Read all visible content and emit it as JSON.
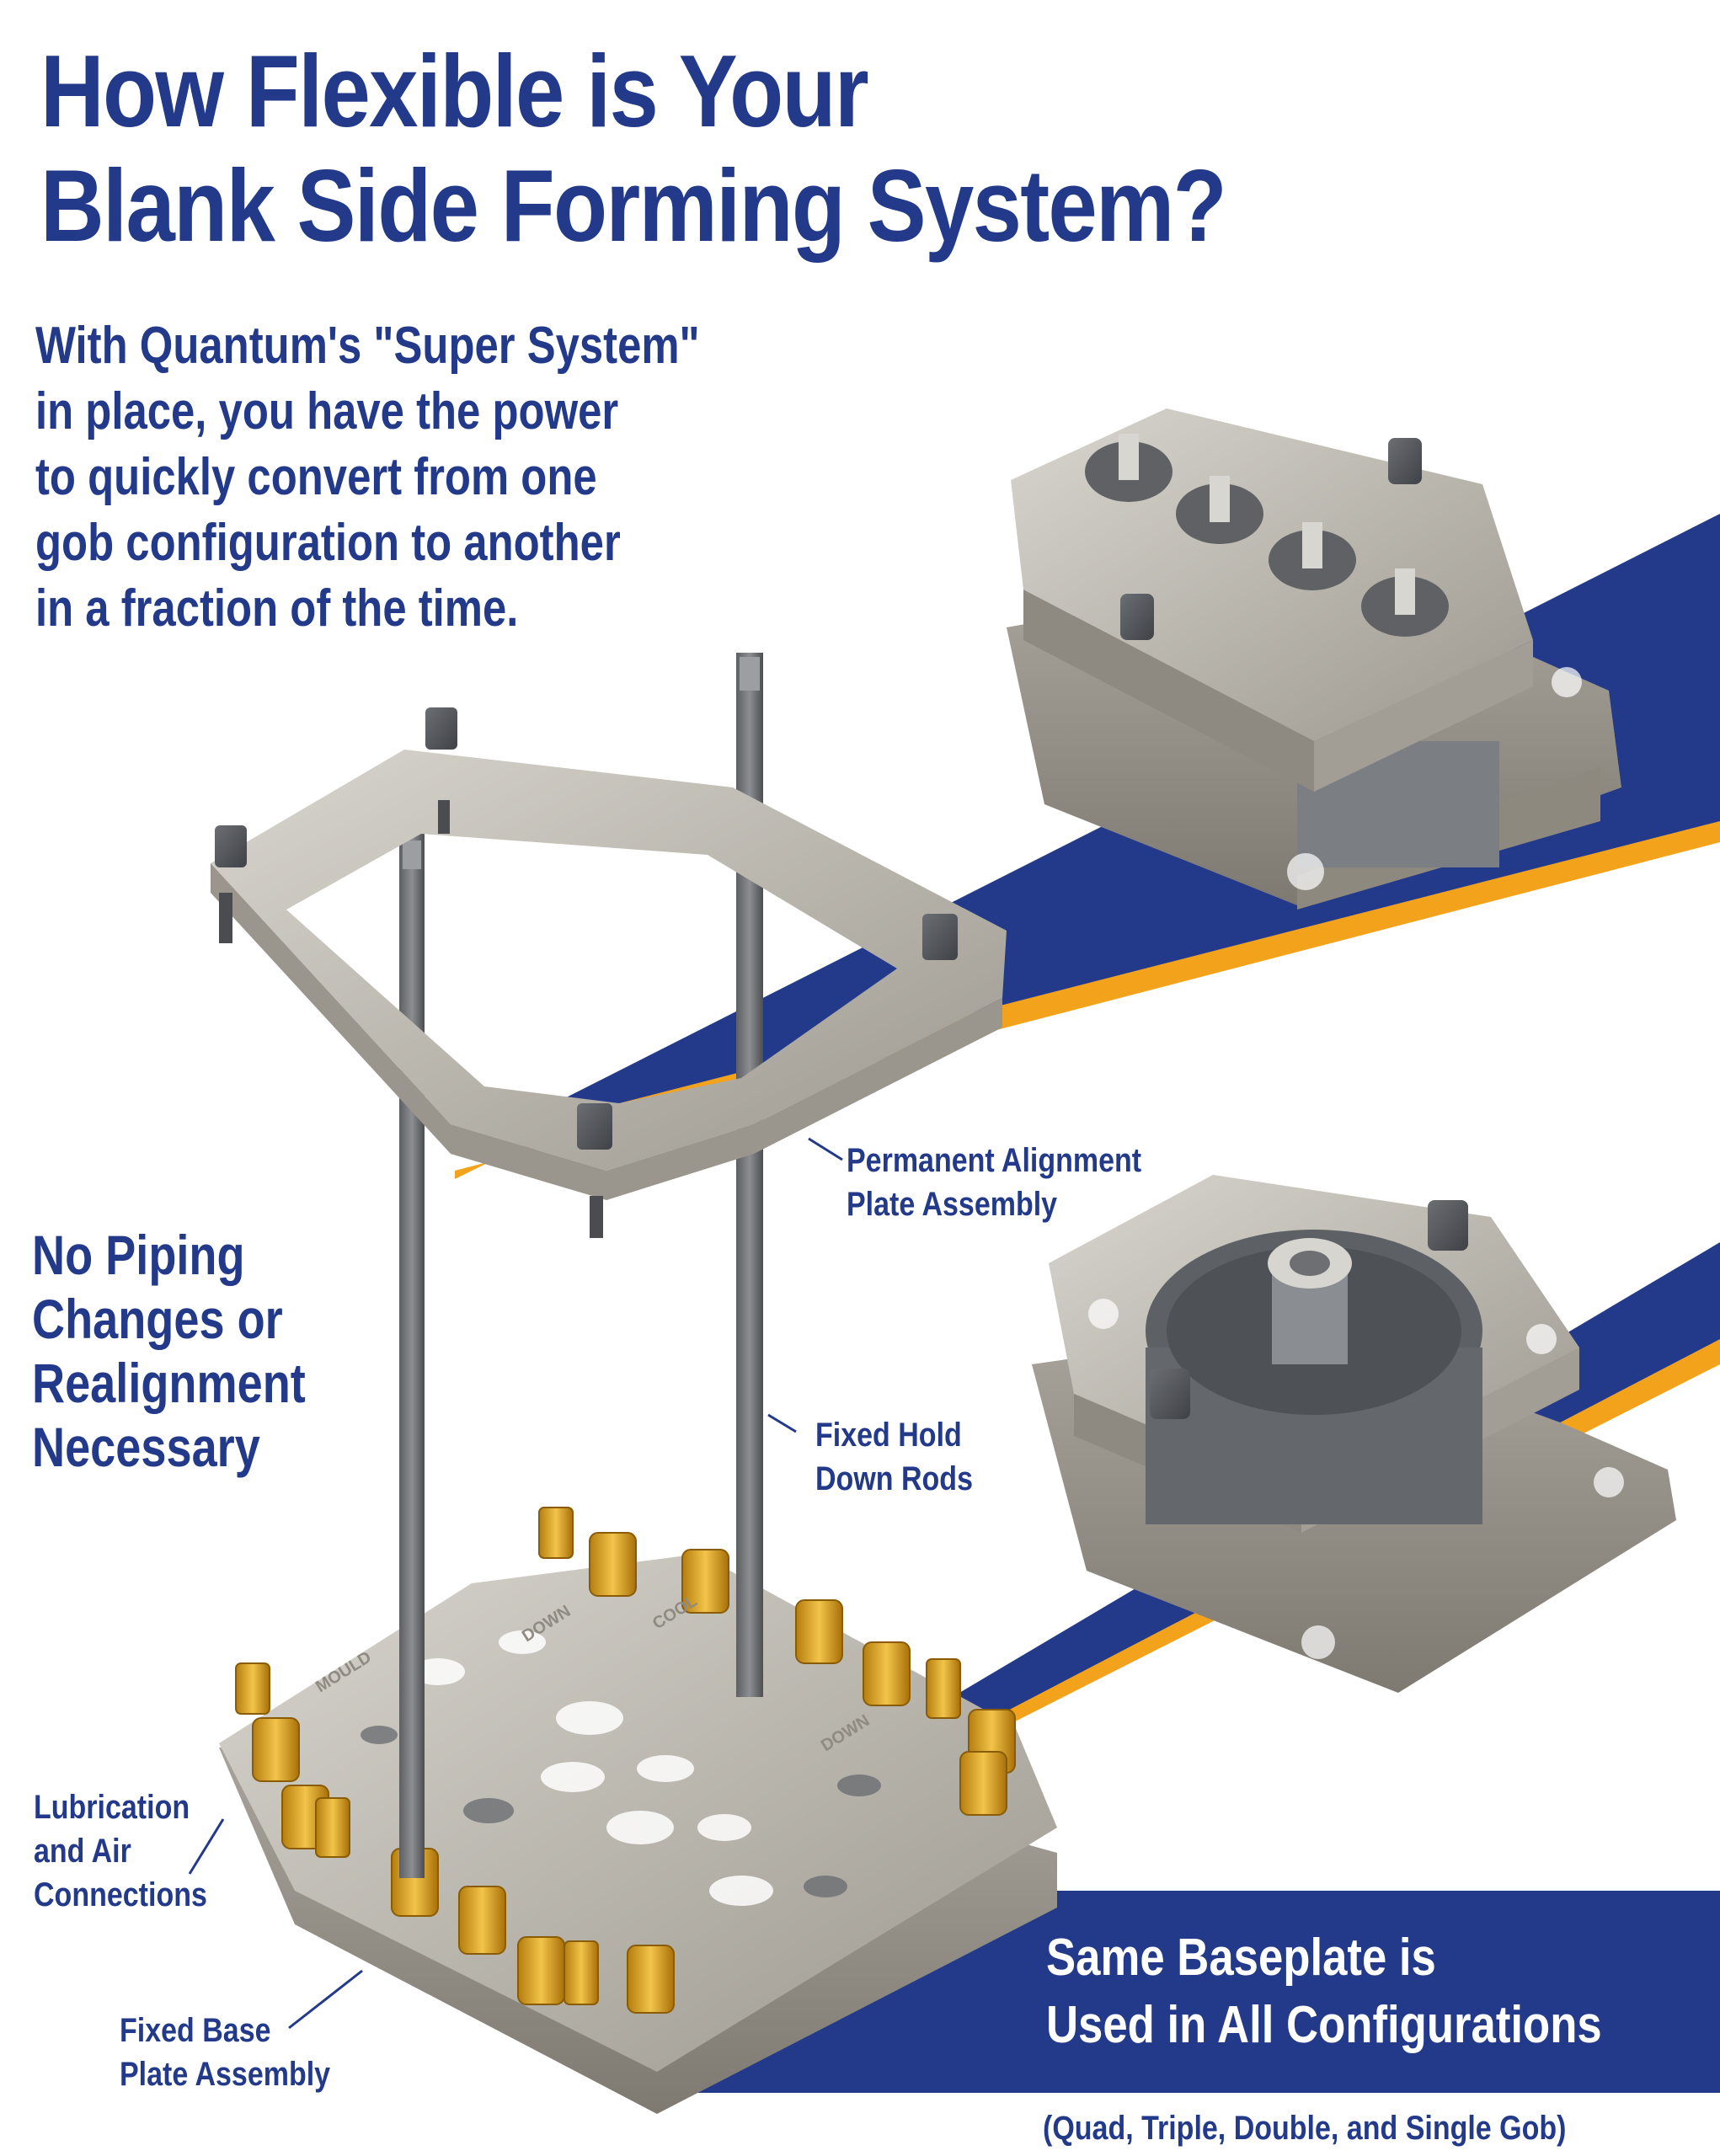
{
  "headline": {
    "line1": "How Flexible is Your",
    "line2": "Blank Side Forming System?"
  },
  "intro": {
    "line1": "With Quantum's \"Super System\"",
    "line2": "in place, you have the power",
    "line3": "to quickly convert from one",
    "line4": "gob configuration to another",
    "line5": "in a fraction of the time."
  },
  "no_piping": {
    "line1": "No Piping",
    "line2": "Changes or",
    "line3": "Realignment",
    "line4": "Necessary"
  },
  "labels": {
    "alignment": {
      "line1": "Permanent Alignment",
      "line2": "Plate Assembly"
    },
    "rods": {
      "line1": "Fixed Hold",
      "line2": "Down Rods"
    },
    "lubrication": {
      "line1": "Lubrication",
      "line2": "and Air",
      "line3": "Connections"
    },
    "baseplate": {
      "line1": "Fixed Base",
      "line2": "Plate Assembly"
    }
  },
  "banner": {
    "line1": "Same Baseplate is",
    "line2": "Used in All Configurations"
  },
  "footnote": "(Quad, Triple, Double, and Single Gob)",
  "plate_markings": [
    "MOULD",
    "DOWN",
    "COOL",
    "DOWN"
  ],
  "colors": {
    "brand_navy": "#233a8b",
    "accent_orange": "#f3a21c",
    "metal": "#b9b5ab",
    "brass": "#d9a21c"
  }
}
